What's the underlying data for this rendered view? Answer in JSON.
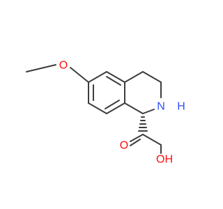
{
  "molecule": {
    "atoms": {
      "methoxy_oxygen": "O",
      "nitrogen": "N",
      "nitrogen_hydrogen": "H",
      "carbonyl_oxygen": "O",
      "hydroxyl": "OH"
    },
    "colors": {
      "carbon_bond": "#3c3c3c",
      "oxygen": "#ff0d0d",
      "nitrogen": "#3050f8"
    }
  }
}
